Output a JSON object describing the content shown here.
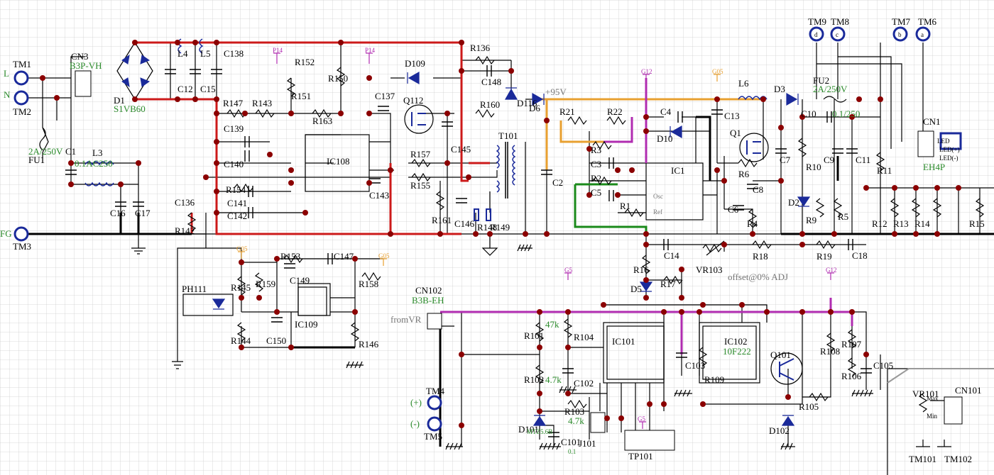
{
  "title": "",
  "colors": {
    "grid": "#cfcfcf",
    "wire": "#000000",
    "wire_hv": "#cc1a1a",
    "wire_95v": "#e8a030",
    "wire_12v": "#b02cb0",
    "wire_fb": "#1a8a1a",
    "node": "#8b0000",
    "terminal": "#1a2a9a",
    "net_green": "#2a8a2a"
  },
  "terminals": [
    "TM1",
    "TM2",
    "TM3",
    "TM4",
    "TM5",
    "TM6",
    "TM7",
    "TM8",
    "TM9",
    "TM101",
    "TM102"
  ],
  "terminal_letters": [
    "L",
    "N",
    "FG",
    "(+)",
    "(-)",
    "a",
    "b",
    "c",
    "d"
  ],
  "connectors": [
    "CN1",
    "CN3",
    "CN101",
    "CN102",
    "J101",
    "TP101"
  ],
  "connector_notes": {
    "cn3": "B3P-VH",
    "cn1": "EH4P",
    "cn102": "B3B-EH",
    "fromvr": "fromVR"
  },
  "ics": [
    "IC1",
    "IC101",
    "IC102",
    "IC108",
    "IC109"
  ],
  "ic_notes": {
    "ic102": "10F222",
    "ic1_osc": "Osc",
    "ic1_ref": "Ref"
  },
  "transistors": [
    "Q1",
    "Q101",
    "Q112",
    "T101"
  ],
  "diodes": [
    "D1",
    "D2",
    "D3",
    "D5",
    "D6",
    "D10",
    "D101",
    "D102",
    "D109",
    "D116",
    "LED"
  ],
  "diode_notes": {
    "d1": "S1VB60",
    "d101": "MTZ5.6B",
    "led_a": "LED(+)",
    "led_k": "LED(-)"
  },
  "inductors": [
    "L3",
    "L4",
    "L5",
    "L6"
  ],
  "fuses": {
    "fu1": "FU1",
    "fu1_rating": "2A/250V",
    "fu2": "FU2",
    "fu2_rating": "2A/250V"
  },
  "photocoupler": "PH111",
  "vr": [
    "VR101",
    "VR103"
  ],
  "vr_notes": {
    "vr103": "offset@0% ADJ",
    "vr101_max": "Max",
    "vr101_min": "Min"
  },
  "capacitors": [
    "C1",
    "C2",
    "C3",
    "C4",
    "C5",
    "C6",
    "C7",
    "C8",
    "C9",
    "C10",
    "C11",
    "C12",
    "C13",
    "C14",
    "C15",
    "C16",
    "C17",
    "C18",
    "C101",
    "C102",
    "C103",
    "C105",
    "C136",
    "C137",
    "C138",
    "C139",
    "C140",
    "C141",
    "C142",
    "C143",
    "C145",
    "C146",
    "C147",
    "C148",
    "C149",
    "C150"
  ],
  "capacitor_notes": {
    "c1": "0.1AC250",
    "c10": "0.1/250",
    "c101": "0.1"
  },
  "resistors": [
    "R1",
    "R2",
    "R3",
    "R4",
    "R5",
    "R6",
    "R9",
    "R10",
    "R11",
    "R12",
    "R13",
    "R14",
    "R15",
    "R16",
    "R17",
    "R18",
    "R19",
    "R21",
    "R22",
    "R101",
    "R102",
    "R103",
    "R104",
    "R105",
    "R106",
    "R107",
    "R108",
    "R109",
    "R136",
    "R142",
    "R143",
    "R144",
    "R145",
    "R146",
    "R147",
    "R148",
    "R149",
    "R150",
    "R151",
    "R152",
    "R153",
    "R154",
    "R155",
    "R157",
    "R158",
    "R159",
    "R160",
    "R161",
    "R163"
  ],
  "resistor_values": {
    "r101": "47k",
    "r102": "4.7k",
    "r103": "4.7k"
  },
  "nets": {
    "v95": "+95V",
    "g12": "G12",
    "g05": "G05",
    "g5": "G5",
    "p14": "P14"
  }
}
